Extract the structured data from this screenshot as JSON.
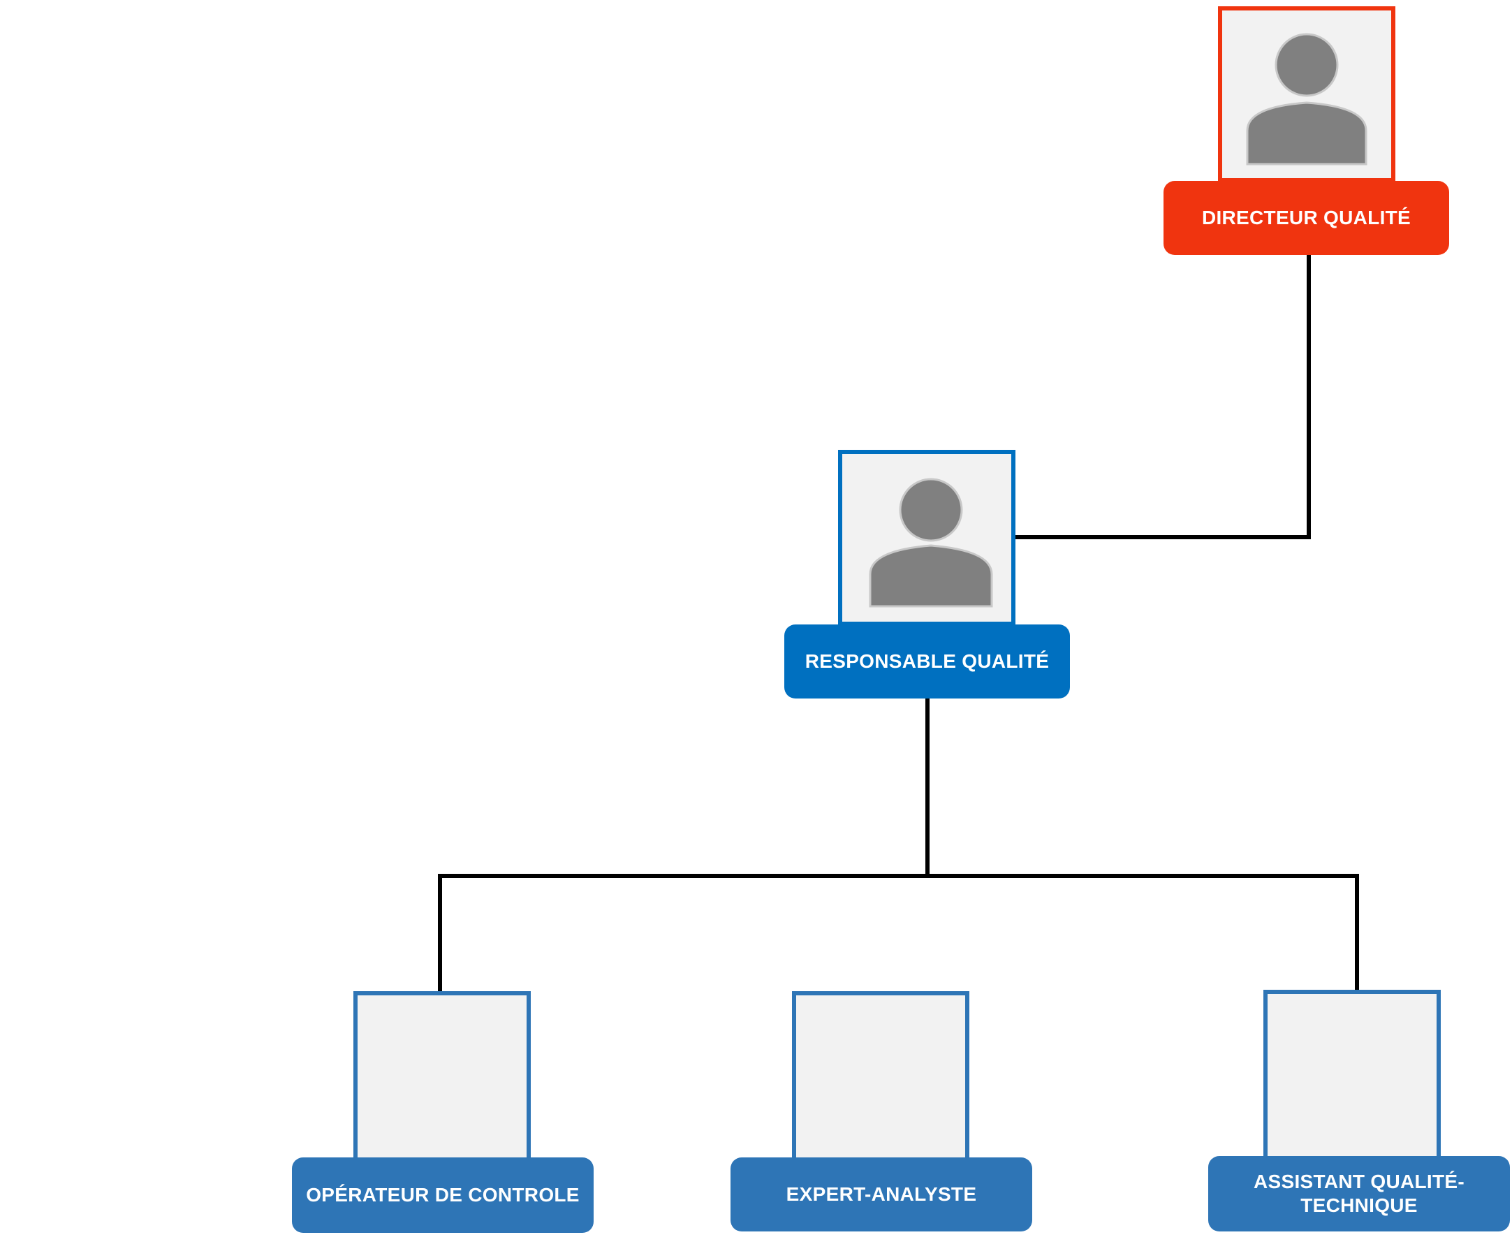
{
  "colors": {
    "director": "#f0340f",
    "manager": "#0070c0",
    "staff": "#2e75b6",
    "photo_bg": "#f2f2f2",
    "avatar": "#808080",
    "connector": "#000000"
  },
  "org": {
    "director": {
      "title": "DIRECTEUR QUALITÉ",
      "avatar_icon": "person-placeholder-icon"
    },
    "manager": {
      "title": "RESPONSABLE QUALITÉ",
      "avatar_icon": "person-placeholder-icon"
    },
    "staff": [
      {
        "title": "OPÉRATEUR DE CONTROLE"
      },
      {
        "title": "EXPERT-ANALYSTE"
      },
      {
        "title": "ASSISTANT QUALITÉ-TECHNIQUE"
      }
    ]
  }
}
